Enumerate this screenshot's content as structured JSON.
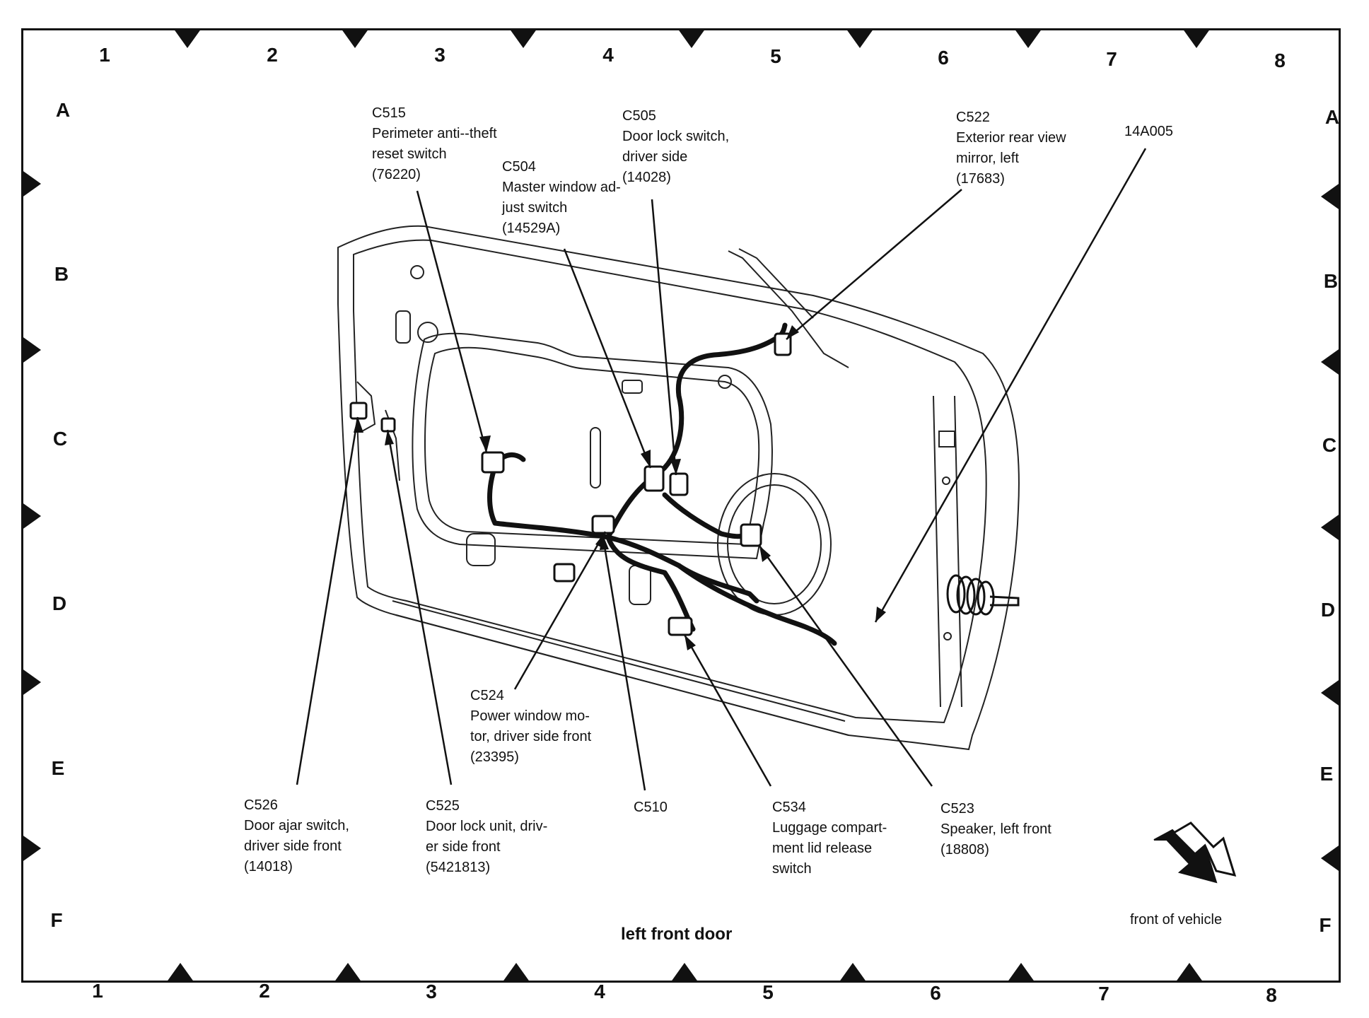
{
  "grid": {
    "columns": [
      "1",
      "2",
      "3",
      "4",
      "5",
      "6",
      "7",
      "8"
    ],
    "rows": [
      "A",
      "B",
      "C",
      "D",
      "E",
      "F"
    ]
  },
  "title": "left front door",
  "orientation": {
    "label": "front of vehicle",
    "icon": "arrow-right-down-icon"
  },
  "callouts": [
    {
      "id": "C515",
      "lines": [
        "Perimeter anti--theft",
        "reset switch"
      ],
      "part": "(76220)"
    },
    {
      "id": "C504",
      "lines": [
        "Master window ad-",
        "just switch"
      ],
      "part": "(14529A)"
    },
    {
      "id": "C505",
      "lines": [
        "Door lock switch,",
        "driver side"
      ],
      "part": "(14028)"
    },
    {
      "id": "C522",
      "lines": [
        "Exterior rear view",
        "mirror, left"
      ],
      "part": "(17683)"
    },
    {
      "id": "14A005",
      "lines": [],
      "part": ""
    },
    {
      "id": "C524",
      "lines": [
        "Power window mo-",
        "tor, driver side front"
      ],
      "part": "(23395)"
    },
    {
      "id": "C526",
      "lines": [
        "Door ajar switch,",
        "driver side front"
      ],
      "part": "(14018)"
    },
    {
      "id": "C525",
      "lines": [
        "Door lock unit, driv-",
        "er side front"
      ],
      "part": "(5421813)"
    },
    {
      "id": "C510",
      "lines": [],
      "part": ""
    },
    {
      "id": "C534",
      "lines": [
        "Luggage compart-",
        "ment lid release",
        "switch"
      ],
      "part": ""
    },
    {
      "id": "C523",
      "lines": [
        "Speaker, left front"
      ],
      "part": "(18808)"
    }
  ]
}
